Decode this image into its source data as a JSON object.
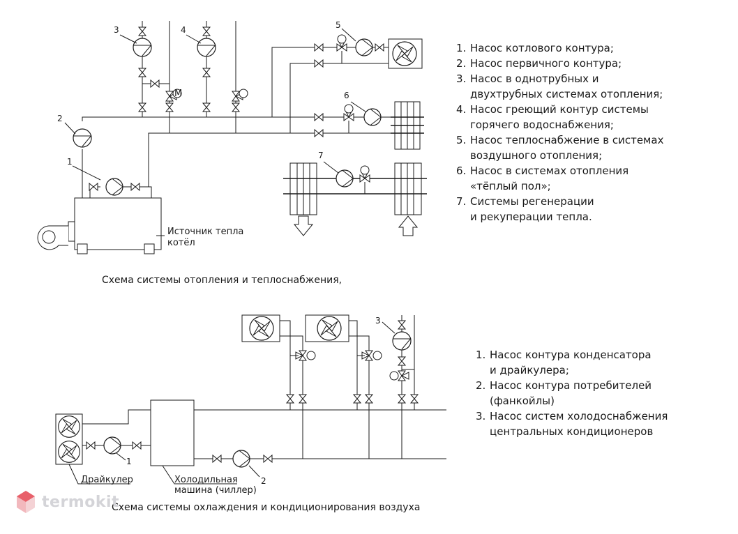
{
  "heating": {
    "caption": "Схема системы отопления и теплоснабжения,",
    "source_label_line1": "Источник тепла",
    "source_label_line2": "котёл",
    "pump_numbers": [
      "1",
      "2",
      "3",
      "4",
      "5",
      "6",
      "7"
    ],
    "legend": [
      {
        "num": "1.",
        "text": "Насос котлового контура;"
      },
      {
        "num": "2.",
        "text": "Насос первичного контура;"
      },
      {
        "num": "3.",
        "text": "Насос в однотрубных и\nдвухтрубных системах отопления;"
      },
      {
        "num": "4.",
        "text": "Насос греющий контур системы\nгорячего водоснабжения;"
      },
      {
        "num": "5.",
        "text": "Насос теплоснабжение в системах\nвоздушного отопления;"
      },
      {
        "num": "6.",
        "text": "Насос в системах отопления\n«тёплый пол»;"
      },
      {
        "num": "7.",
        "text": "Системы регенерации\nи рекуперации тепла."
      }
    ]
  },
  "cooling": {
    "caption": "Схема системы охлаждения и кондиционирования воздуха",
    "drycooler_label": "Драйкулер",
    "chiller_label_line1": "Холодильная",
    "chiller_label_line2": "машина (чиллер)",
    "pump_numbers": [
      "1",
      "2",
      "3"
    ],
    "legend": [
      {
        "num": "1.",
        "text": "Насос контура конденсатора\nи драйкулера;"
      },
      {
        "num": "2.",
        "text": "Насос контура потребителей\n(фанкойлы)"
      },
      {
        "num": "3.",
        "text": "Насос систем холодоснабжения\nцентральных кондиционеров"
      }
    ]
  },
  "motor_letter": "M",
  "brand": {
    "name": "termokit",
    "accent": "#e8606a",
    "muted": "#d4d4d8"
  }
}
